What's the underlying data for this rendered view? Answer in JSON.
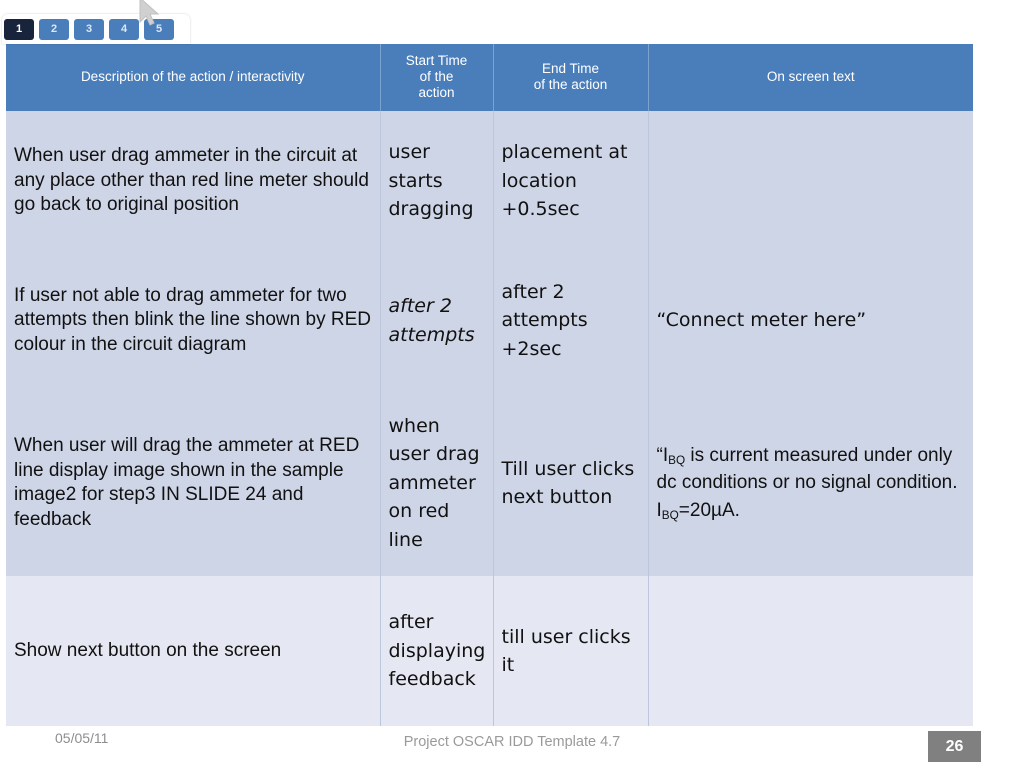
{
  "tabs": {
    "items": [
      {
        "label": "1",
        "active": true
      },
      {
        "label": "2",
        "active": false
      },
      {
        "label": "3",
        "active": false
      },
      {
        "label": "4",
        "active": false
      },
      {
        "label": "5",
        "active": false
      }
    ]
  },
  "cursor": {
    "icon": "mouse-pointer-icon"
  },
  "table": {
    "headers": {
      "description": "Description of the action / interactivity",
      "start_time": "Start Time\nof the\naction",
      "start_time_lines": [
        "Start Time",
        "of the",
        "action"
      ],
      "end_time_lines": [
        "End Time",
        "of the action"
      ],
      "on_screen_text": "On screen text"
    },
    "rows": [
      {
        "description": "When user  drag ammeter  in the circuit  at any place  other than red  line  meter should go back to original   position",
        "start_time": "user starts dragging",
        "end_time": "placement at location +0.5sec",
        "on_screen_text": "",
        "start_italic": false
      },
      {
        "description": "If user not able to drag ammeter for two attempts then blink the line shown by RED colour in the circuit diagram",
        "start_time": "after 2 attempts",
        "end_time": "after 2 attempts +2sec",
        "on_screen_text": "“Connect meter here”",
        "start_italic": true
      },
      {
        "description": "When user will drag the ammeter at RED line display image shown in the   sample image2 for step3  IN SLIDE 24 and feedback",
        "start_time": "when user drag ammeter on red line",
        "end_time": "Till  user clicks next button",
        "on_screen_text_rich": [
          {
            "t": "“I"
          },
          {
            "t": "BQ",
            "sub": true
          },
          {
            "t": " is current measured under only dc conditions or no signal condition. I"
          },
          {
            "t": "BQ",
            "sub": true
          },
          {
            "t": "=20µA."
          }
        ],
        "start_italic": false
      },
      {
        "description": "Show next button on the screen",
        "start_time": "after displaying feedback",
        "end_time": "till user clicks it",
        "on_screen_text": "",
        "start_italic": false
      }
    ]
  },
  "footer": {
    "date": "05/05/11",
    "title": "Project OSCAR IDD Template 4.7",
    "page_number": "26"
  },
  "colors": {
    "header_blue": "#4a7ebb",
    "tab_active": "#17243b",
    "row_dark": "#ced5e7",
    "row_light": "#e5e8f2",
    "badge_gray": "#808080"
  }
}
